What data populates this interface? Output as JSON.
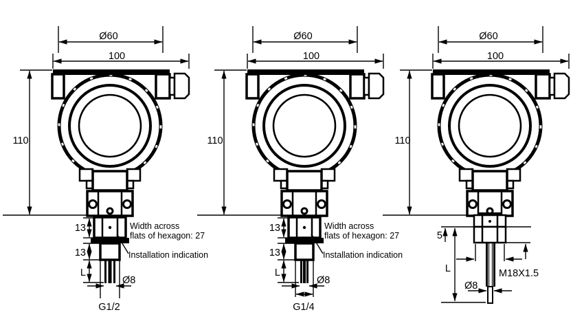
{
  "colors": {
    "background": "#ffffff",
    "ink": "#000000"
  },
  "diagrams": [
    {
      "id": "g12",
      "dimensions": {
        "head_diameter": "Ø60",
        "head_width": "100",
        "head_height": "110",
        "hex_height": "13",
        "neck_height": "13",
        "insertion_length": "L",
        "probe_diameter": "Ø8",
        "thread": "G1/2"
      },
      "annotations": {
        "hex_width_line1": "Width across",
        "hex_width_line2": "flats of hexagon: 27",
        "installation": "Installation indication"
      }
    },
    {
      "id": "g14",
      "dimensions": {
        "head_diameter": "Ø60",
        "head_width": "100",
        "head_height": "110",
        "hex_height": "13",
        "neck_height": "13",
        "insertion_length": "L",
        "probe_diameter": "Ø8",
        "thread": "G1/4"
      },
      "annotations": {
        "hex_width_line1": "Width across",
        "hex_width_line2": "flats of hexagon: 27",
        "installation": "Installation indication"
      }
    },
    {
      "id": "m18",
      "dimensions": {
        "head_diameter": "Ø60",
        "head_width": "100",
        "head_height": "110",
        "collar_height": "5",
        "insertion_length": "L",
        "probe_diameter": "Ø8",
        "thread": "M18X1.5"
      }
    }
  ]
}
